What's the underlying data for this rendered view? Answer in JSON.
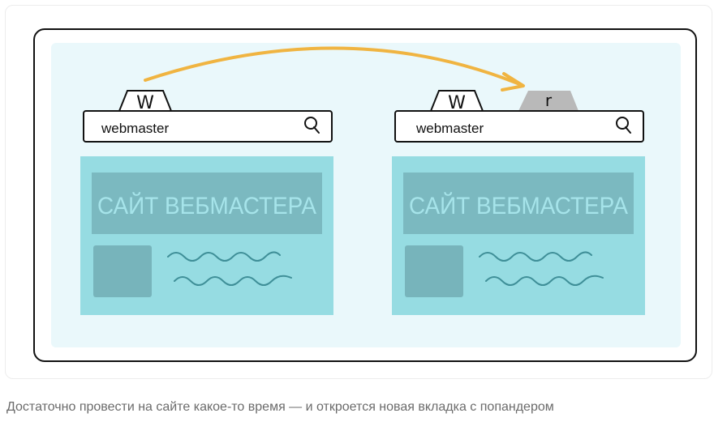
{
  "caption": "Достаточно провести на сайте какое-то время — и откроется новая вкладка с попандером",
  "left_window": {
    "tab_label": "W",
    "address": "webmaster",
    "hero_title": "САЙТ ВЕБМАСТЕРА"
  },
  "right_window": {
    "tab_label": "W",
    "new_tab_label": "r",
    "address": "webmaster",
    "hero_title": "САЙТ ВЕБМАСТЕРА"
  },
  "colors": {
    "background": "#eaf8fb",
    "page": "#96dce2",
    "hero": "#7bb9c0",
    "image_block": "#77b4bb",
    "new_tab": "#b9b9b9",
    "arrow": "#f0b441",
    "outline": "#111111"
  },
  "icons": {
    "search": "search-icon"
  }
}
